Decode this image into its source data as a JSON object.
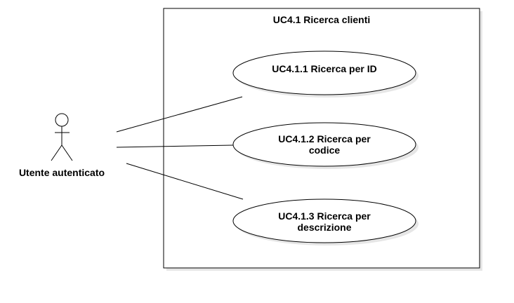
{
  "diagram": {
    "system_boundary": {
      "title": "UC4.1 Ricerca clienti"
    },
    "actor": {
      "label": "Utente autenticato"
    },
    "use_cases": [
      {
        "label": "UC4.1.1 Ricerca per ID"
      },
      {
        "label": "UC4.1.2 Ricerca per codice"
      },
      {
        "label": "UC4.1.3 Ricerca per descrizione"
      }
    ],
    "colors": {
      "stroke": "#000000",
      "fill": "#ffffff",
      "shadow": "#e6e6e6",
      "text": "#000000"
    }
  }
}
